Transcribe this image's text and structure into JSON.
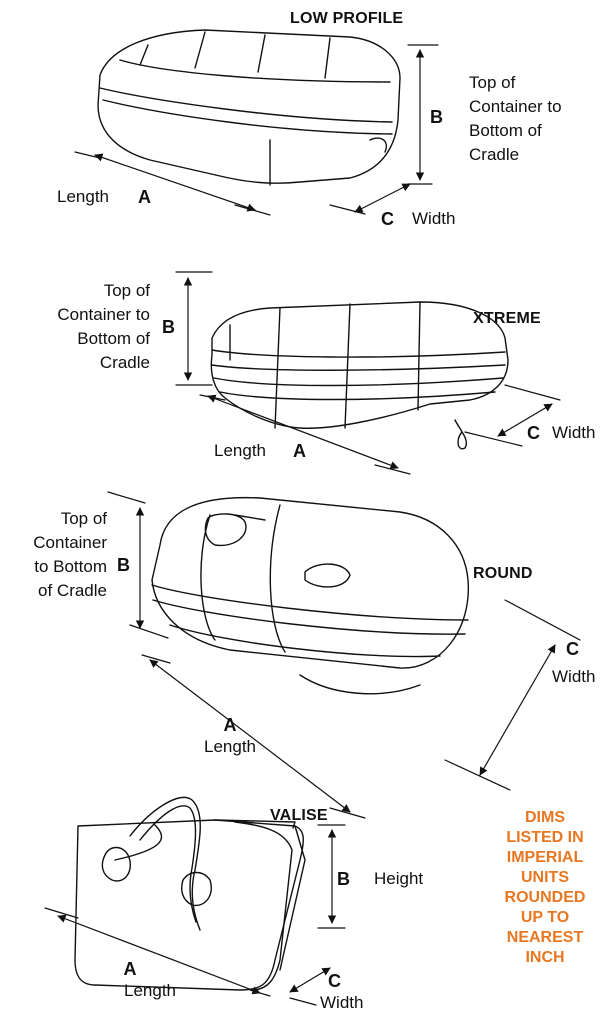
{
  "diagrams": {
    "low_profile": {
      "title": "LOW PROFILE",
      "length_label": "Length",
      "a": "A",
      "b": "B",
      "c": "C",
      "b_desc": [
        "Top of",
        "Container to",
        "Bottom of",
        "Cradle"
      ],
      "width_label": "Width"
    },
    "xtreme": {
      "title": "XTREME",
      "b_desc": [
        "Top of",
        "Container to",
        "Bottom of",
        "Cradle"
      ],
      "b": "B",
      "length_label": "Length",
      "a": "A",
      "c": "C",
      "width_label": "Width"
    },
    "round": {
      "title": "ROUND",
      "b_desc": [
        "Top of",
        "Container",
        "to Bottom",
        "of Cradle"
      ],
      "b": "B",
      "a": "A",
      "length_label": "Length",
      "c": "C",
      "width_label": "Width"
    },
    "valise": {
      "title": "VALISE",
      "b": "B",
      "height_label": "Height",
      "a": "A",
      "length_label": "Length",
      "c": "C",
      "width_label": "Width"
    }
  },
  "note": {
    "lines": [
      "DIMS",
      "LISTED IN",
      "IMPERIAL",
      "UNITS",
      "ROUNDED",
      "UP TO",
      "NEAREST",
      "INCH"
    ],
    "color": "#e87722"
  }
}
